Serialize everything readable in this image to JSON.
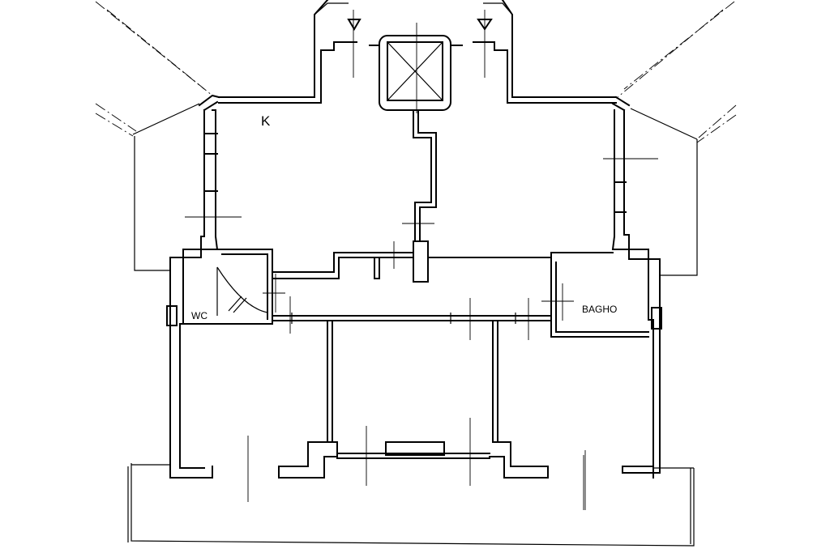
{
  "rooms": {
    "kitchen_label": "K",
    "wc_label": "WC",
    "bath_label": "BAGHO"
  },
  "colors": {
    "ink": "#000000",
    "paper": "#ffffff"
  }
}
